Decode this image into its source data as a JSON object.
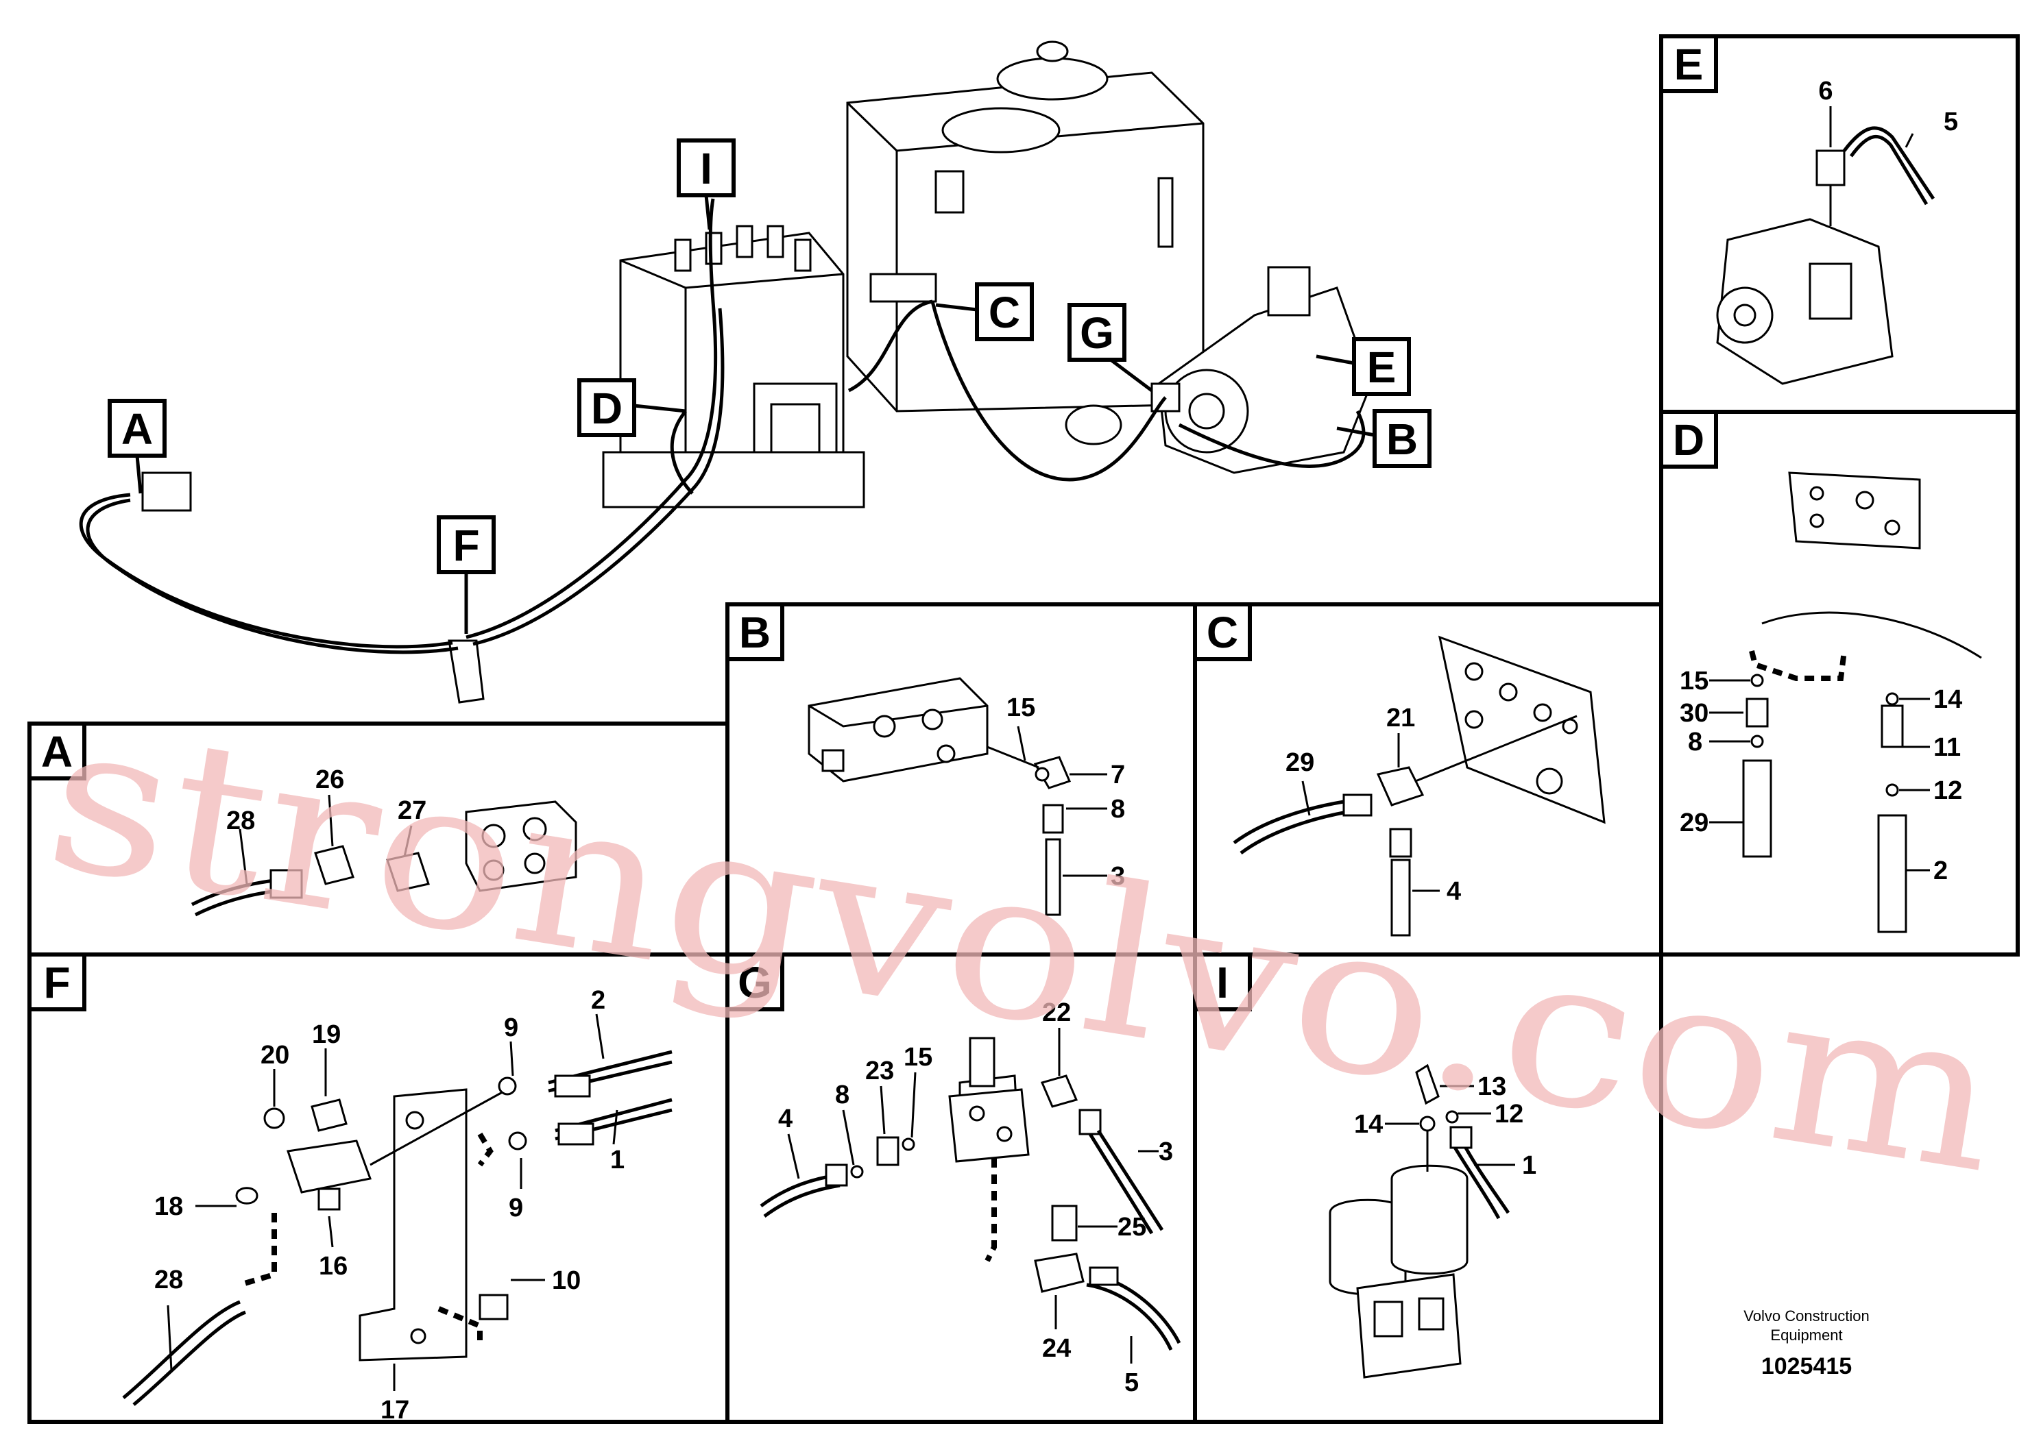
{
  "main_labels": [
    "I",
    "C",
    "G",
    "E",
    "B",
    "D",
    "A",
    "F"
  ],
  "panel_letters": {
    "A": "A",
    "B": "B",
    "C": "C",
    "D": "D",
    "E": "E",
    "F": "F",
    "G": "G",
    "I": "I"
  },
  "callouts": {
    "A": [
      "28",
      "26",
      "27"
    ],
    "B": [
      "15",
      "7",
      "8",
      "3"
    ],
    "C": [
      "21",
      "29",
      "4"
    ],
    "D": [
      "15",
      "30",
      "8",
      "29",
      "14",
      "11",
      "12",
      "2"
    ],
    "E": [
      "6",
      "5"
    ],
    "F": [
      "20",
      "19",
      "9",
      "2",
      "1",
      "18",
      "16",
      "28",
      "17",
      "10",
      "9"
    ],
    "G": [
      "4",
      "8",
      "23",
      "15",
      "22",
      "3",
      "25",
      "24",
      "5"
    ],
    "I": [
      "13",
      "14",
      "12",
      "1"
    ]
  },
  "footer": {
    "brand_line1": "Volvo Construction",
    "brand_line2": "Equipment",
    "ref_number": "1025415"
  },
  "watermark": "strongvolvo.com",
  "colors": {
    "ink": "#000000",
    "watermark": "#f2b8b8",
    "paper": "#ffffff"
  }
}
